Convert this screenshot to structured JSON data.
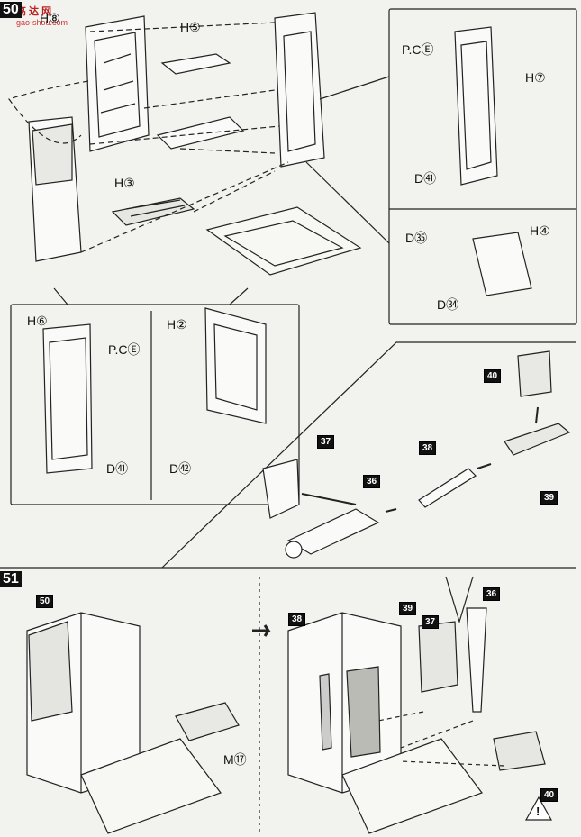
{
  "page": {
    "watermark": "高 达 网",
    "watermark_url": "gao-shou.com"
  },
  "step50": {
    "number": "50",
    "parts": {
      "h8": "H⑧",
      "h5": "H⑤",
      "h3": "H③",
      "h6": "H⑥",
      "h2": "H②",
      "h7": "H⑦",
      "h4": "H④",
      "pce_left": "P.CⒺ",
      "pce_right": "P.CⒺ",
      "d41_left": "D㊶",
      "d41_right": "D㊶",
      "d42": "D㊷",
      "d35": "D㉟",
      "d34": "D㉞"
    },
    "callouts": [
      "37",
      "38",
      "36",
      "39",
      "40"
    ]
  },
  "step51": {
    "number": "51",
    "box50": "50",
    "m17": "M⑰",
    "callouts_right": [
      "38",
      "39",
      "37",
      "36",
      "40"
    ],
    "warning": "!"
  }
}
